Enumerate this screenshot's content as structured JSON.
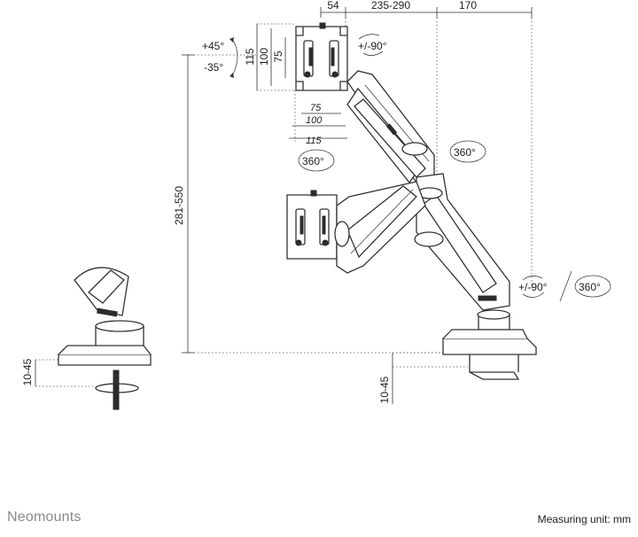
{
  "dimensions": {
    "top_54": "54",
    "top_range": "235-290",
    "top_170": "170",
    "height_range": "281-550",
    "clamp_left": "10-45",
    "clamp_right": "10-45",
    "vesa_115": "115",
    "vesa_100": "100",
    "vesa_75": "75",
    "h_75": "75",
    "h_100": "100",
    "h_115": "115"
  },
  "rotations": {
    "tilt_up": "+45°",
    "tilt_down": "-35°",
    "rotate_screen": "+/-90°",
    "swivel_360_a": "360°",
    "swivel_360_b": "360°",
    "rotate_right": "+/-90°",
    "swivel_right": "360°"
  },
  "footer": {
    "brand": "Neomounts",
    "measuring_unit": "Measuring unit: mm"
  }
}
